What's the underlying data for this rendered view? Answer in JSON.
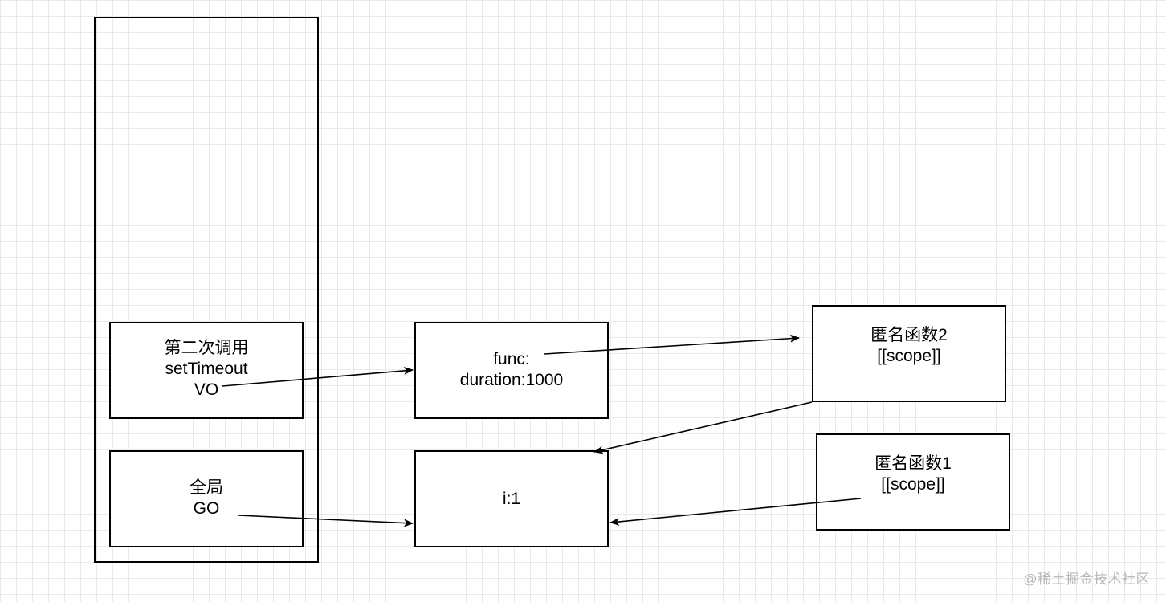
{
  "boxes": {
    "vo": [
      "第二次调用",
      "setTimeout",
      "VO"
    ],
    "go": [
      "全局",
      "GO"
    ],
    "func": [
      "func:",
      "duration:1000"
    ],
    "i": [
      "i:1"
    ],
    "anon2": [
      "匿名函数2",
      "[[scope]]"
    ],
    "anon1": [
      "匿名函数1",
      "[[scope]]"
    ]
  },
  "watermark": "@稀土掘金技术社区"
}
